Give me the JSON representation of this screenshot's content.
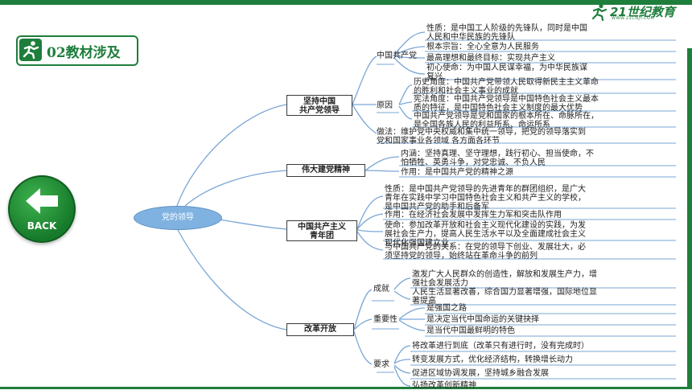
{
  "header": {
    "section_title": "02教材涉及",
    "logo_text": "21世纪教育",
    "logo_sub": "WWW.21CNJY.COM"
  },
  "nav": {
    "back_label": "BACK"
  },
  "mindmap": {
    "root": "党的领导",
    "branches": [
      {
        "label": "坚持中国共产党领导",
        "label_lines": [
          "坚持中国",
          "共产党领导"
        ],
        "children": [
          {
            "label": "中国共产党",
            "items": [
              {
                "lines": [
                  "性质：是中国工人阶级的先锋队，同时是中国",
                  "人民和中华民族的先锋队"
                ]
              },
              {
                "lines": [
                  "根本宗旨：全心全意为人民服务"
                ]
              },
              {
                "lines": [
                  "最高理想和最终目标：实现共产主义"
                ]
              },
              {
                "lines": [
                  "初心使命：为中国人民谋幸福，为中华民族谋",
                  "复兴"
                ]
              }
            ]
          },
          {
            "label": "原因",
            "items": [
              {
                "lines": [
                  "历史角度：中国共产党带领人民取得新民主主义革命",
                  "的胜利和社会主义事业的成就"
                ]
              },
              {
                "lines": [
                  "宪法角度：中国共产党领导是中国特色社会主义最本",
                  "质的特征，是中国特色社会主义制度的最大优势"
                ]
              },
              {
                "lines": [
                  "中国共产党领导是党和国家的根本所在、命脉所在，",
                  "是全国各族人民的利益所系、命运所系"
                ]
              }
            ]
          },
          {
            "label": "做法",
            "items": [
              {
                "lines": [
                  "做法：维护党中央权威和集中统一领导，把党的领导落实到",
                  "党和国家事业各领域 各方面各环节"
                ]
              }
            ]
          }
        ]
      },
      {
        "label": "伟大建党精神",
        "children": [
          {
            "lines": [
              "内涵：坚持真理、坚守理想，践行初心、担当使命，不",
              "怕牺牲、英勇斗争，对党忠诚、不负人民"
            ]
          },
          {
            "lines": [
              "作用：是中国共产党的精神之源"
            ]
          }
        ]
      },
      {
        "label": "中国共产主义青年团",
        "label_lines": [
          "中国共产主义",
          "青年团"
        ],
        "children": [
          {
            "lines": [
              "性质：是中国共产党领导的先进青年的群团组织，是广大",
              "青年在实践中学习中国特色社会主义和共产主义的学校，",
              "是中国共产党的助手和后备军"
            ]
          },
          {
            "lines": [
              "作用：在经济社会发展中发挥生力军和突击队作用"
            ]
          },
          {
            "lines": [
              "使命：参加改革开放和社会主义现代化建设的实践，为发",
              "展社会生产力，提高人民生活水平以及全面建成社会主义",
              "现代化强国建立业"
            ]
          },
          {
            "lines": [
              "与中国共产党的关系：在党的领导下创业、发展壮大，必",
              "须坚持党的领导，始终站在革命斗争的前列"
            ]
          }
        ]
      },
      {
        "label": "改革开放",
        "children": [
          {
            "label": "成就",
            "items": [
              {
                "lines": [
                  "激发广大人民群众的创造性，解放和发展生产力，增",
                  "强社会发展活力"
                ]
              },
              {
                "lines": [
                  "人民生活显著改善，综合国力显著增强，国际地位显",
                  "著提高"
                ]
              }
            ]
          },
          {
            "label": "重要性",
            "items": [
              {
                "lines": [
                  "是强国之路"
                ]
              },
              {
                "lines": [
                  "是决定当代中国命运的关键抉择"
                ]
              },
              {
                "lines": [
                  "是当代中国最鲜明的特色"
                ]
              }
            ]
          },
          {
            "label": "要求",
            "items": [
              {
                "lines": [
                  "将改革进行到底（改革只有进行时，没有完成时）"
                ]
              },
              {
                "lines": [
                  "转变发展方式，优化经济结构，转换增长动力"
                ]
              },
              {
                "lines": [
                  "促进区域协调发展，坚持城乡融合发展"
                ]
              },
              {
                "lines": [
                  "弘扬改革创新精神"
                ]
              }
            ]
          }
        ]
      }
    ]
  },
  "colors": {
    "brand_green": "#1e7e3c",
    "root_fill": "#7fb2e0",
    "line_color": "#7aa6d6"
  }
}
